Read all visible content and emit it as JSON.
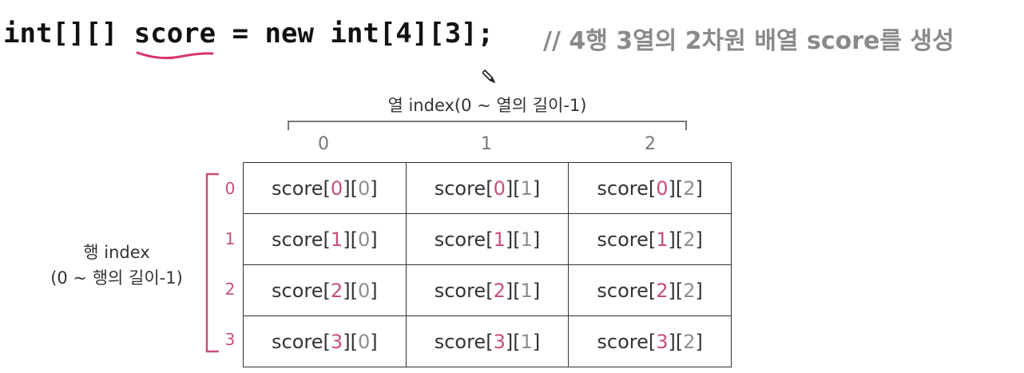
{
  "code": {
    "type_part": "int[][] ",
    "var_name": "score",
    "rest": " = new int[4][3];",
    "comment": "// 4행 3열의 2차원 배열 score를 생성"
  },
  "diagram": {
    "column_header": "열 index(0 ~ 열의 길이-1)",
    "row_header_line1": "행 index",
    "row_header_line2": "(0 ~ 행의 길이-1)",
    "column_indices": [
      "0",
      "1",
      "2"
    ],
    "row_indices": [
      "0",
      "1",
      "2",
      "3"
    ],
    "cell_prefix": "score",
    "cells": [
      [
        {
          "r": "0",
          "c": "0"
        },
        {
          "r": "0",
          "c": "1"
        },
        {
          "r": "0",
          "c": "2"
        }
      ],
      [
        {
          "r": "1",
          "c": "0"
        },
        {
          "r": "1",
          "c": "1"
        },
        {
          "r": "1",
          "c": "2"
        }
      ],
      [
        {
          "r": "2",
          "c": "0"
        },
        {
          "r": "2",
          "c": "1"
        },
        {
          "r": "2",
          "c": "2"
        }
      ],
      [
        {
          "r": "3",
          "c": "0"
        },
        {
          "r": "3",
          "c": "1"
        },
        {
          "r": "3",
          "c": "2"
        }
      ]
    ]
  },
  "colors": {
    "row_index": "#c74f7c",
    "col_index": "#8e8e8e",
    "squiggle": "#d6336c",
    "comment": "#8a8a8a"
  },
  "icons": {
    "cursor": "pencil-cursor-icon"
  }
}
